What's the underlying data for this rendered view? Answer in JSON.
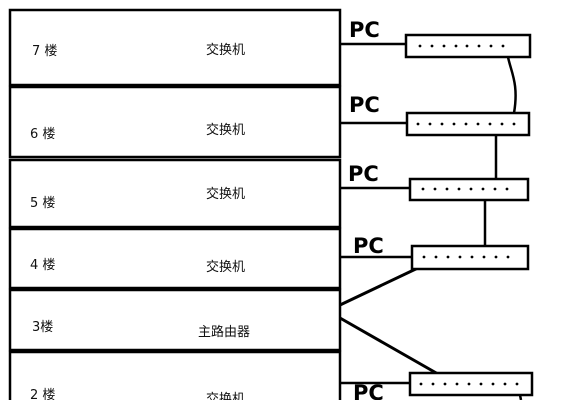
{
  "floors": [
    {
      "floor": "7 楼",
      "device": "交换机"
    },
    {
      "floor": "6 楼",
      "device": "交换机"
    },
    {
      "floor": "5 楼",
      "device": "交换机"
    },
    {
      "floor": "4 楼",
      "device": "交换机"
    },
    {
      "floor": "3楼",
      "device": "主路由器"
    },
    {
      "floor": "2 楼",
      "device": "交换机"
    }
  ],
  "pc_labels": [
    "PC",
    "PC",
    "PC",
    "PC",
    "PC"
  ],
  "colors": {
    "line": "#000000",
    "background": "#ffffff"
  }
}
